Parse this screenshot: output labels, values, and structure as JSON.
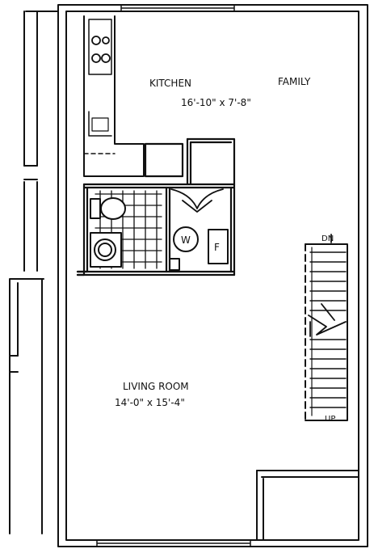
{
  "rooms": {
    "kitchen": {
      "name": "KITCHEN",
      "dimensions": "16'-10\" x 7'-8\""
    },
    "family": {
      "name": "FAMILY"
    },
    "living": {
      "name": "LIVING ROOM",
      "dimensions": "14'-0\" x 15'-4\""
    }
  },
  "appliances": {
    "washer": "W",
    "furnace": "F"
  },
  "stairs": {
    "down": "DN",
    "up": "UP"
  }
}
